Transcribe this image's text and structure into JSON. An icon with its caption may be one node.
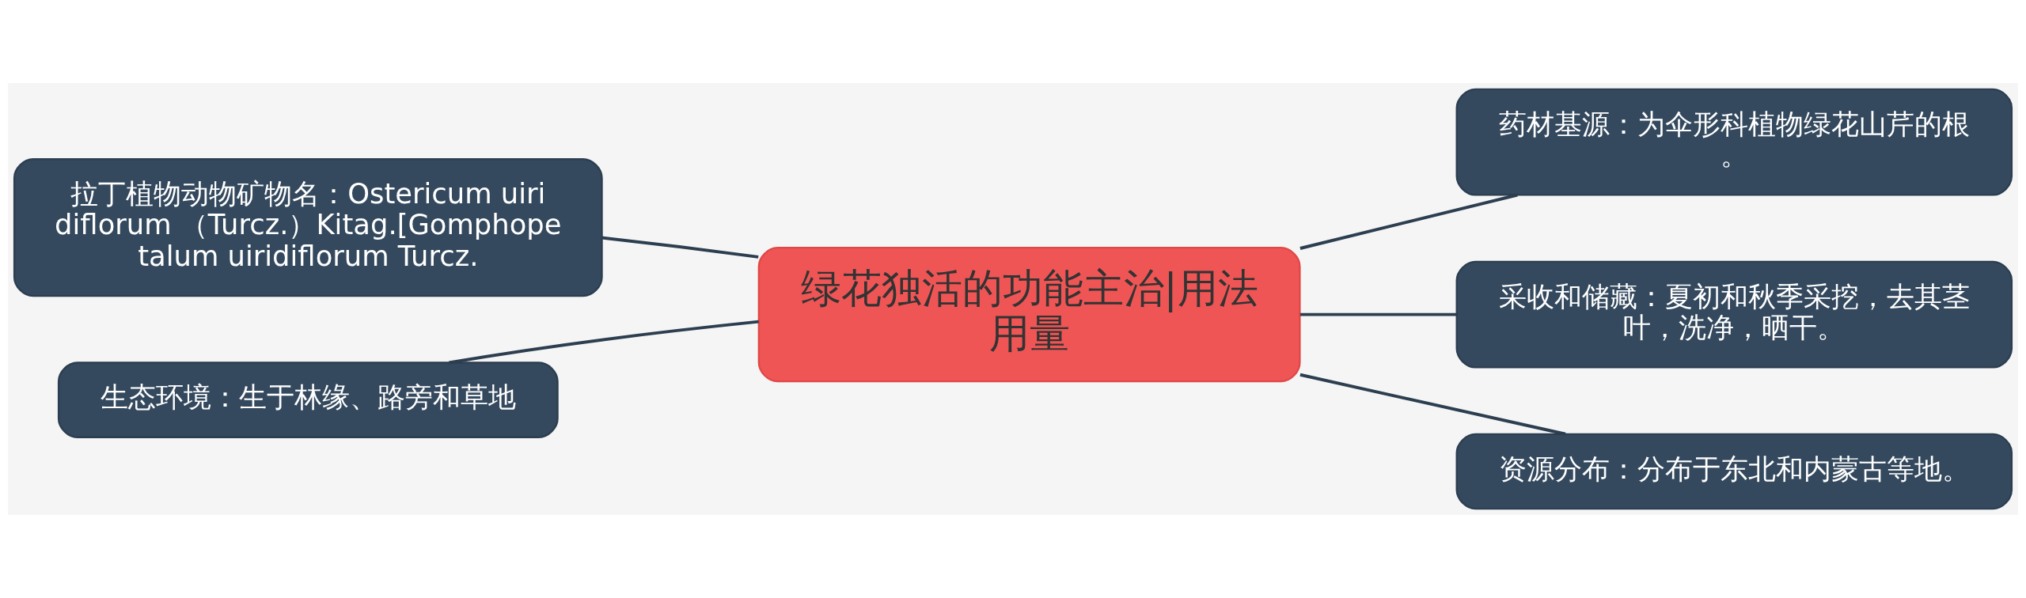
{
  "diagram": {
    "nodes": [
      {
        "text": [
          "绿花独活的功能主治|用法用量"
        ]
      },
      {
        "text": [
          "拉丁植物动物矿物名：Ostericum uiridiflorum （Turcz.）Kitag.[Gomphopetalum uiridiflorum Turcz."
        ]
      },
      {
        "text": [
          "生态环境：生于林缘、路旁和草地"
        ]
      },
      {
        "text": [
          "药材基源：为伞形科植物绿花山芹的根。"
        ]
      },
      {
        "text": [
          "采收和储藏：夏初和秋季采挖，去其茎叶，洗净，晒干。"
        ]
      },
      {
        "text": [
          "资源分布：分布于东北和内蒙古等地。"
        ]
      }
    ],
    "edges": [
      {
        "from": 0,
        "to": 1,
        "arrow": "none"
      },
      {
        "from": 0,
        "to": 2,
        "arrow": "none"
      },
      {
        "from": 0,
        "to": 3,
        "arrow": "none"
      },
      {
        "from": 0,
        "to": 4,
        "arrow": "none"
      },
      {
        "from": 0,
        "to": 5,
        "arrow": "none"
      }
    ]
  }
}
